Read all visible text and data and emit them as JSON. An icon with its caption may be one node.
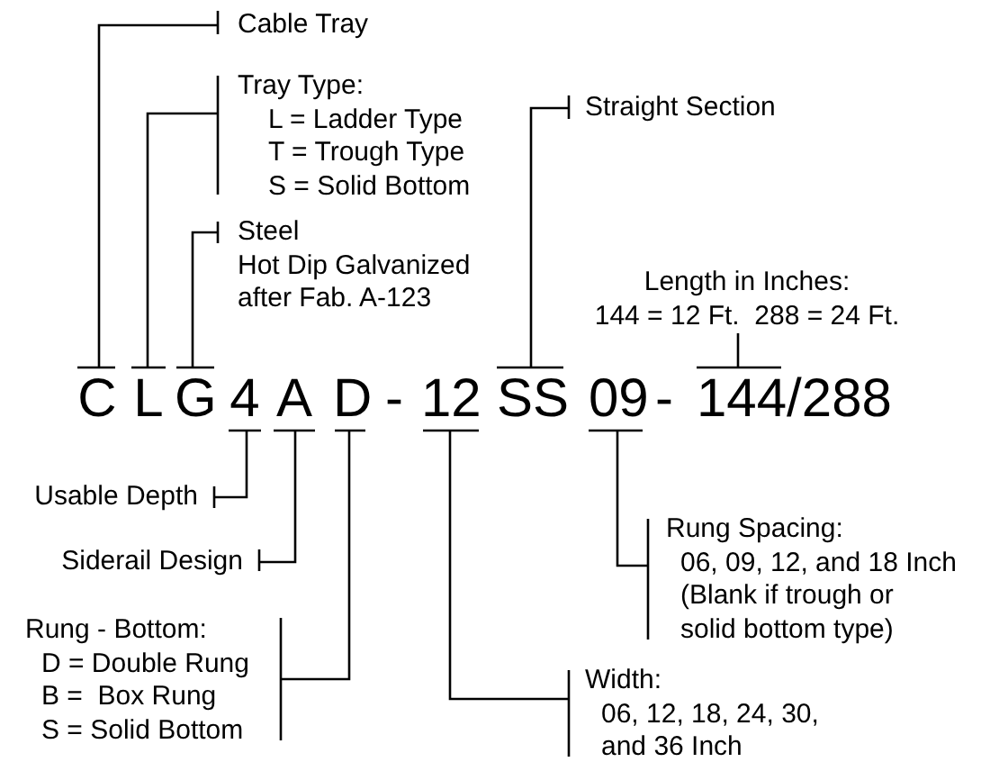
{
  "diagram": {
    "nodes": [
      {
        "text": [
          "Cable Tray"
        ]
      },
      {
        "text": [
          "Tray Type:",
          "L = Ladder Type",
          "T = Trough Type",
          "S = Solid Bottom"
        ]
      },
      {
        "text": [
          "Steel",
          "Hot Dip Galvanized after Fab. A-123"
        ]
      },
      {
        "text": [
          "Straight Section"
        ]
      },
      {
        "text": [
          "Length in Inches:",
          "144 = 12 Ft.  288 = 24 Ft."
        ]
      },
      {
        "text": [
          "C"
        ]
      },
      {
        "text": [
          "L"
        ]
      },
      {
        "text": [
          "G"
        ]
      },
      {
        "text": [
          "4"
        ]
      },
      {
        "text": [
          "A"
        ]
      },
      {
        "text": [
          "D"
        ]
      },
      {
        "text": [
          "12"
        ]
      },
      {
        "text": [
          "SS"
        ]
      },
      {
        "text": [
          "09"
        ]
      },
      {
        "text": [
          "144/288"
        ]
      },
      {
        "text": [
          "Usable Depth"
        ]
      },
      {
        "text": [
          "Rung Spacing:",
          "06, 09, 12, and 18 Inch",
          "(Blank if trough or solid bottom type)"
        ]
      },
      {
        "text": [
          "Siderail Design"
        ]
      },
      {
        "text": [
          "Rung - Bottom:",
          "D = Double Rung",
          "B =  Box Rung",
          "S = Solid Bottom"
        ]
      },
      {
        "text": [
          "Width:",
          "06, 12, 18, 24, 30, and 36 Inch"
        ]
      }
    ],
    "edges": [
      {
        "from": 5,
        "to": 0,
        "arrow": "other"
      },
      {
        "from": 6,
        "to": 1,
        "arrow": "other"
      },
      {
        "from": 7,
        "to": 2,
        "arrow": "other"
      },
      {
        "from": 12,
        "to": 3,
        "arrow": "other"
      },
      {
        "from": 14,
        "to": 4,
        "arrow": "other"
      },
      {
        "from": 8,
        "to": 15,
        "arrow": "other"
      },
      {
        "from": 9,
        "to": 17,
        "arrow": "other"
      },
      {
        "from": 10,
        "to": 18,
        "arrow": "other"
      },
      {
        "from": 11,
        "to": 19,
        "arrow": "other"
      },
      {
        "from": 13,
        "to": 16,
        "arrow": "other"
      }
    ],
    "labels": [
      "-",
      "-"
    ]
  }
}
